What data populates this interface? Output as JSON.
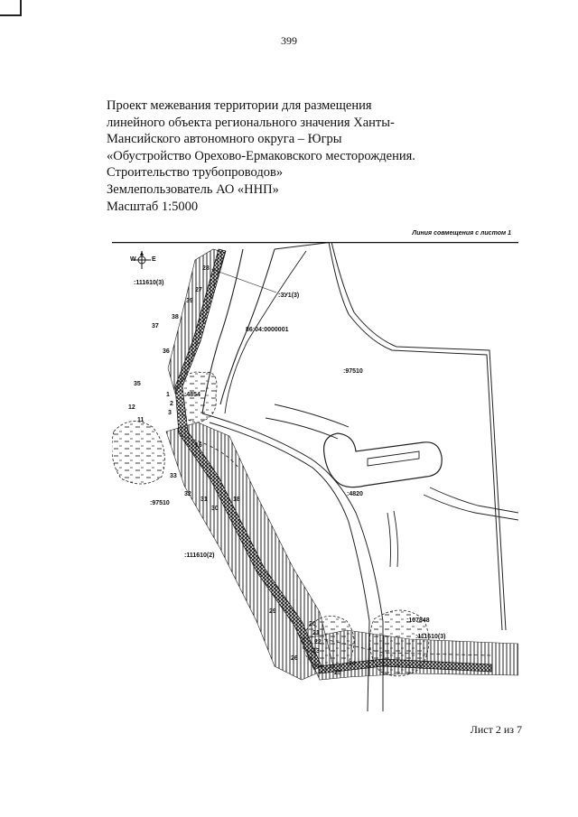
{
  "page_number": "399",
  "title_lines": [
    "Проект межевания территории для размещения",
    "линейного объекта регионального значения Ханты-",
    "Мансийского автономного округа – Югры",
    "«Обустройство Орехово-Ермаковского месторождения.",
    "Строительство трубопроводов»",
    "Землепользователь АО «ННП»",
    "Масштаб 1:5000"
  ],
  "map": {
    "junction_caption": "Линия совмещения с листом 1",
    "north_arrow": {
      "w": "W",
      "e": "E",
      "icon": "compass-icon"
    },
    "parcel_labels": {
      "p111610_3_top": ":111610(3)",
      "zu1_3": ":ЗУ1(3)",
      "block_86": "86:04:0000001",
      "p97510_right": ":97510",
      "p4854": ":4854",
      "p4820": ":4820",
      "p97510_left": ":97510",
      "p111610_2": ":111610(2)",
      "p107848": ":107848",
      "p111610_3_bottom": ":111610(3)"
    },
    "point_numbers": {
      "n28": "28",
      "n27": "27",
      "n39": "39",
      "n38": "38",
      "n37": "37",
      "n36": "36",
      "n35": "35",
      "n1": "1",
      "n2": "2",
      "n3": "3",
      "n12": "12",
      "n11": "11",
      "n16": "16",
      "n32": "32",
      "n33": "33",
      "n31": "31",
      "n30": "30",
      "n18": "18",
      "n29": "29",
      "n20": "20",
      "n21": "21",
      "n22": "22",
      "n23": "23",
      "n24": "24",
      "n25": "25",
      "n26": "26"
    }
  },
  "sheet_label": "Лист 2 из 7"
}
